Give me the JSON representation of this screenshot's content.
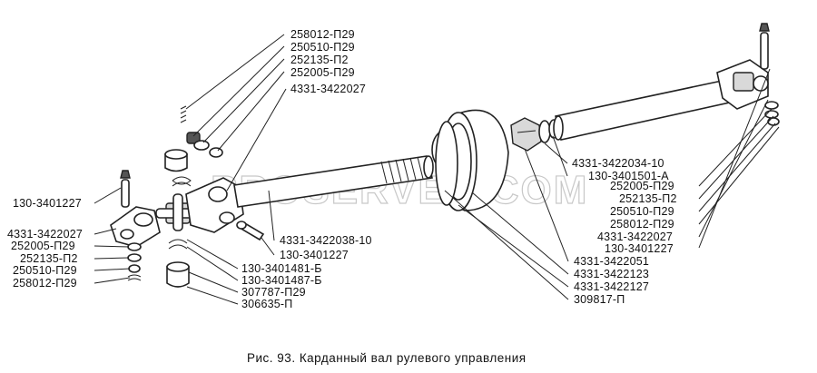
{
  "figure": {
    "caption": "Рис. 93. Карданный вал рулевого управления",
    "watermark": "PROSERVER.COM"
  },
  "callouts": {
    "top_group": [
      "258012-П29",
      "250510-П29",
      "252135-П2",
      "252005-П29",
      "4331-3422027"
    ],
    "left_group": [
      "130-3401227",
      "4331-3422027",
      "252005-П29",
      "252135-П2",
      "250510-П29",
      "258012-П29"
    ],
    "bottom_group": [
      "4331-3422038-10",
      "130-3401227",
      "130-3401481-Б",
      "130-3401487-Б",
      "307787-П29",
      "306635-П"
    ],
    "right_group": [
      "4331-3422034-10",
      "130-3401501-А",
      "252005-П29",
      "252135-П2",
      "250510-П29",
      "258012-П29",
      "4331-3422027",
      "130-3401227",
      "4331-3422051",
      "4331-3422123",
      "4331-3422127",
      "309817-П"
    ]
  }
}
